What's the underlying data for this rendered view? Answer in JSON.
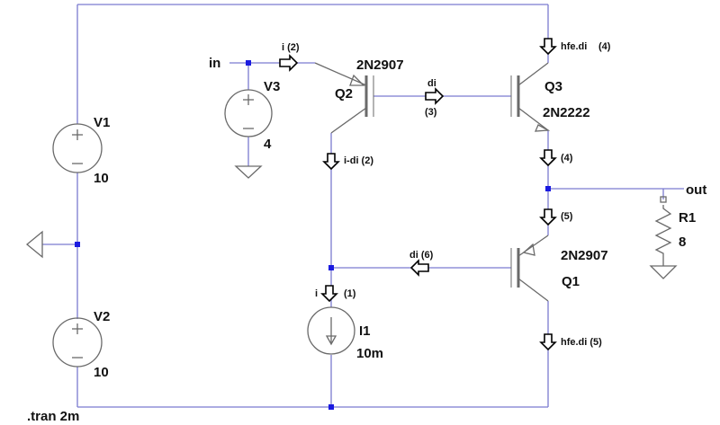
{
  "nodes": {
    "in": "in",
    "out": "out"
  },
  "sources": {
    "v1": {
      "name": "V1",
      "value": "10"
    },
    "v2": {
      "name": "V2",
      "value": "10"
    },
    "v3": {
      "name": "V3",
      "value": "4"
    },
    "i1": {
      "name": "I1",
      "value": "10m"
    }
  },
  "transistors": {
    "q2": {
      "name": "Q2",
      "model": "2N2907"
    },
    "q3": {
      "name": "Q3",
      "model": "2N2222"
    },
    "q1": {
      "name": "Q1",
      "model": "2N2907"
    }
  },
  "resistor": {
    "name": "R1",
    "value": "8"
  },
  "current_labels": {
    "i_in": "i (2)",
    "di_mid": "di",
    "di_mid_num": "(3)",
    "hfe_top": "hfe.di",
    "hfe_top_num": "(4)",
    "q3_emitter": "(4)",
    "q1_emitter": "(5)",
    "i_minus_di": "i-di (2)",
    "di_6": "di (6)",
    "i_1": "i",
    "i_1_num": "(1)",
    "hfe_bottom": "hfe.di (5)"
  },
  "directive": ".tran 2m"
}
